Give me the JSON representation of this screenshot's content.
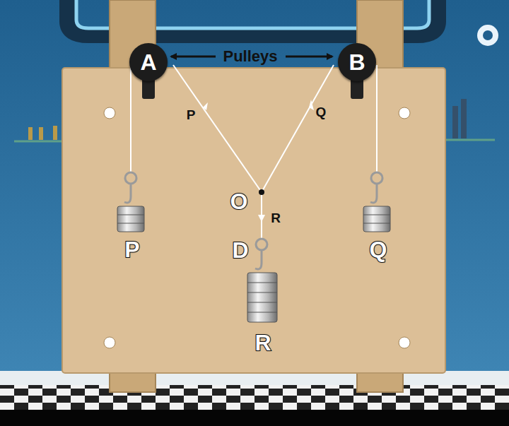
{
  "diagram": {
    "nodes": [
      {
        "text": [
          "A"
        ]
      },
      {
        "text": [
          "B"
        ]
      }
    ],
    "labels": [
      "Pulleys",
      "P",
      "Q",
      "O",
      "R",
      "D",
      "P",
      "Q",
      "R"
    ]
  }
}
